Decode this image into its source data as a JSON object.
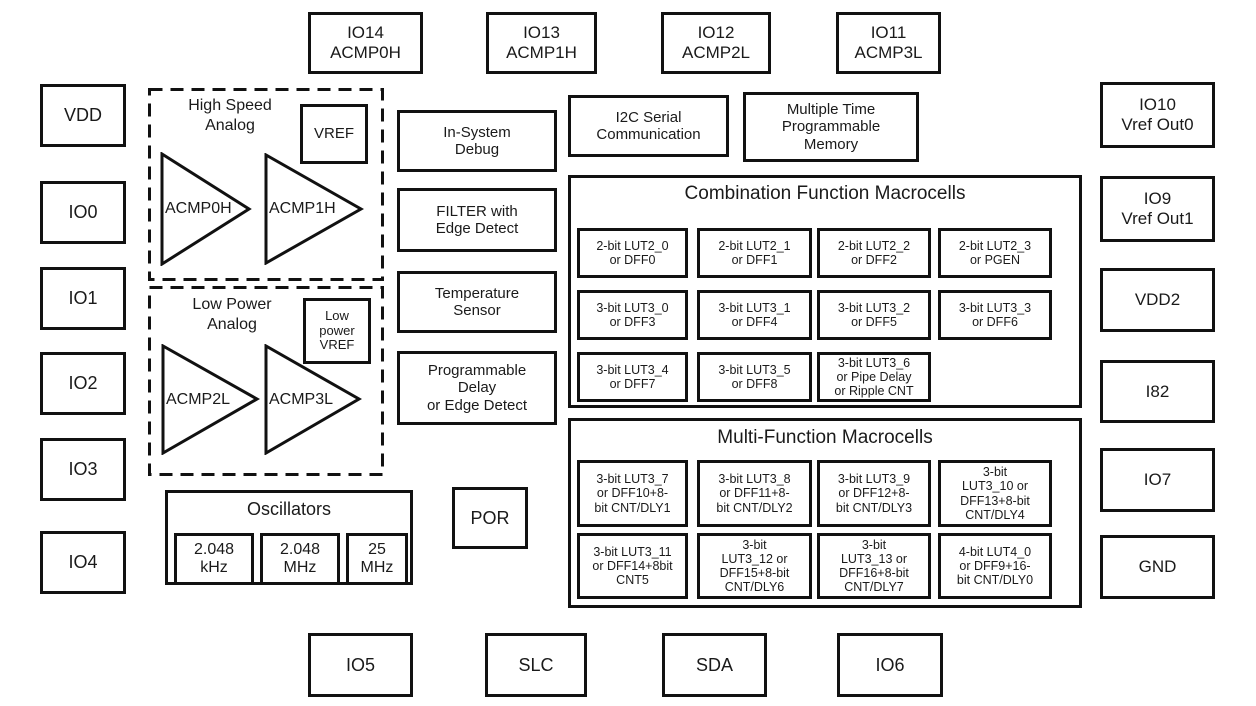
{
  "colors": {
    "line": "#111111",
    "background": "#ffffff"
  },
  "pins": {
    "top": [
      {
        "label": "IO14\nACMP0H"
      },
      {
        "label": "IO13\nACMP1H"
      },
      {
        "label": "IO12\nACMP2L"
      },
      {
        "label": "IO11\nACMP3L"
      }
    ],
    "left": [
      "VDD",
      "IO0",
      "IO1",
      "IO2",
      "IO3",
      "IO4"
    ],
    "right": [
      "IO10\nVref Out0",
      "IO9\nVref Out1",
      "VDD2",
      "I82",
      "IO7",
      "GND"
    ],
    "bottom": [
      "IO5",
      "SLC",
      "SDA",
      "IO6"
    ]
  },
  "analog": {
    "high_speed": {
      "title": "High Speed\nAnalog",
      "vref": "VREF",
      "comparators": [
        "ACMP0H",
        "ACMP1H"
      ]
    },
    "low_power": {
      "title": "Low Power\nAnalog",
      "vref": "Low\npower\nVREF",
      "comparators": [
        "ACMP2L",
        "ACMP3L"
      ]
    }
  },
  "blocks": {
    "in_system_debug": "In-System\nDebug",
    "filter_edge_detect": "FILTER with\nEdge Detect",
    "temperature_sensor": "Temperature\nSensor",
    "programmable_delay": "Programmable\nDelay\nor Edge Detect",
    "i2c": "I2C Serial\nCommunication",
    "mtp": "Multiple Time\nProgrammable\nMemory",
    "por": "POR"
  },
  "combination_macrocells": {
    "title": "Combination Function Macrocells",
    "cells": [
      "2-bit LUT2_0\nor DFF0",
      "2-bit LUT2_1\nor DFF1",
      "2-bit LUT2_2\nor DFF2",
      "2-bit LUT2_3\nor PGEN",
      "3-bit LUT3_0\nor DFF3",
      "3-bit LUT3_1\nor DFF4",
      "3-bit LUT3_2\nor DFF5",
      "3-bit LUT3_3\nor DFF6",
      "3-bit LUT3_4\nor DFF7",
      "3-bit LUT3_5\nor DFF8",
      "3-bit LUT3_6\nor Pipe Delay\nor Ripple CNT"
    ]
  },
  "multi_function_macrocells": {
    "title": "Multi-Function Macrocells",
    "cells": [
      "3-bit LUT3_7\nor DFF10+8-\nbit CNT/DLY1",
      "3-bit LUT3_8\nor DFF11+8-\nbit CNT/DLY2",
      "3-bit LUT3_9\nor DFF12+8-\nbit CNT/DLY3",
      "3-bit\nLUT3_10 or\nDFF13+8-bit\nCNT/DLY4",
      "3-bit LUT3_11\nor DFF14+8bit\nCNT5",
      "3-bit\nLUT3_12 or\nDFF15+8-bit\nCNT/DLY6",
      "3-bit\nLUT3_13 or\nDFF16+8-bit\nCNT/DLY7",
      "4-bit LUT4_0\nor DFF9+16-\nbit CNT/DLY0"
    ]
  },
  "oscillators": {
    "title": "Oscillators",
    "items": [
      "2.048\nkHz",
      "2.048\nMHz",
      "25\nMHz"
    ]
  }
}
